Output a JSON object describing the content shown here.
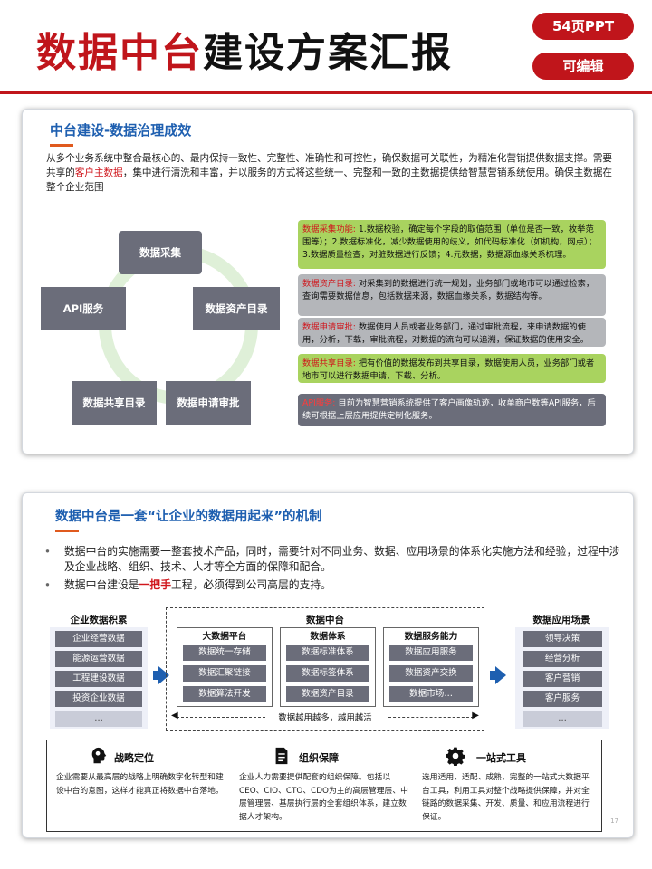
{
  "header": {
    "title_red": "数据中台",
    "title_black": "建设方案汇报",
    "badge_pages": "54页PPT",
    "badge_edit": "可编辑",
    "accent_color": "#c0151b"
  },
  "slide1": {
    "title": "中台建设-数据治理成效",
    "para_before": "从多个业务系统中整合最核心的、最内保持一致性、完整性、准确性和可控性，确保数据可关联性，为精准化营销提供数据支撑。需要共享的",
    "para_highlight": "客户主数据",
    "para_after": "，集中进行清洗和丰富，并以服务的方式将这些统一、完整和一致的主数据提供给智慧营销系统使用。确保主数据在整个企业范围",
    "cycle": {
      "n1": "数据采集",
      "n2": "数据资产目录",
      "n3": "数据申请审批",
      "n4": "数据共享目录",
      "n5": "API服务"
    },
    "info": [
      {
        "label": "数据采集功能:",
        "text": " 1.数据校验，确定每个字段的取值范围（单位是否一致，枚举范围等）；2.数据标准化，减少数据使用的歧义，如代码标准化（如机构，网点）；3.数据质量检查，对脏数据进行反馈；4.元数据，数据源血缘关系梳理。"
      },
      {
        "label": "数据资产目录:",
        "text": " 对采集到的数据进行统一规划，业务部门或地市可以通过检索，查询需要数据信息，包括数据来源，数据血缘关系，数据结构等。"
      },
      {
        "label": "数据申请审批:",
        "text": " 数据使用人员或者业务部门，通过审批流程，来申请数据的使用，分析，下载，审批流程，对数据的流向可以追溯，保证数据的使用安全。"
      },
      {
        "label": "数据共享目录:",
        "text": " 把有价值的数据发布到共享目录，数据使用人员，业务部门或者地市可以进行数据申请、下载、分析。"
      },
      {
        "label": "API服务:",
        "text": " 目前为智慧营销系统提供了客户画像轨迹，收单商户数等API服务，后续可根据上层应用提供定制化服务。"
      }
    ]
  },
  "slide2": {
    "title": "数据中台是一套“让企业的数据用起来”的机制",
    "bullet1": "数据中台的实施需要一整套技术产品，同时，需要针对不同业务、数据、应用场景的体系化实施方法和经验，过程中涉及企业战略、组织、技术、人才等全方面的保障和配合。",
    "bullet2_before": "数据中台建设是",
    "bullet2_bold": "一把手",
    "bullet2_after": "工程，必须得到公司高层的支持。",
    "left_col": {
      "title": "企业数据积累",
      "items": [
        "企业经营数据",
        "能源运营数据",
        "工程建设数据",
        "投资企业数据",
        "…"
      ]
    },
    "mid": {
      "title": "数据中台",
      "cols": [
        {
          "title": "大数据平台",
          "items": [
            "数据统一存储",
            "数据汇聚链接",
            "数据算法开发"
          ]
        },
        {
          "title": "数据体系",
          "items": [
            "数据标准体系",
            "数据标签体系",
            "数据资产目录"
          ]
        },
        {
          "title": "数据服务能力",
          "items": [
            "数据应用服务",
            "数据资产交换",
            "数据市场…"
          ]
        }
      ],
      "usage": "数据越用越多，越用越活"
    },
    "right_col": {
      "title": "数据应用场景",
      "items": [
        "领导决策",
        "经营分析",
        "客户营销",
        "客户服务",
        "…"
      ]
    },
    "bottom": [
      {
        "icon": "head-gear-icon",
        "title": "战略定位",
        "text": "企业需要从最高层的战略上明确数字化转型和建设中台的意图，这样才能真正将数据中台落地。"
      },
      {
        "icon": "document-icon",
        "title": "组织保障",
        "text": "企业人力需要提供配套的组织保障。包括以CEO、CIO、CTO、CDO为主的高层管理层、中层管理层、基层执行层的全套组织体系，建立数据人才架构。"
      },
      {
        "icon": "gear-icon",
        "title": "一站式工具",
        "text": "选用适用、适配、成熟、完整的一站式大数据平台工具，利用工具对整个战略提供保障，并对全链路的数据采集、开发、质量、和应用流程进行保证。"
      }
    ],
    "page_number": "17"
  }
}
